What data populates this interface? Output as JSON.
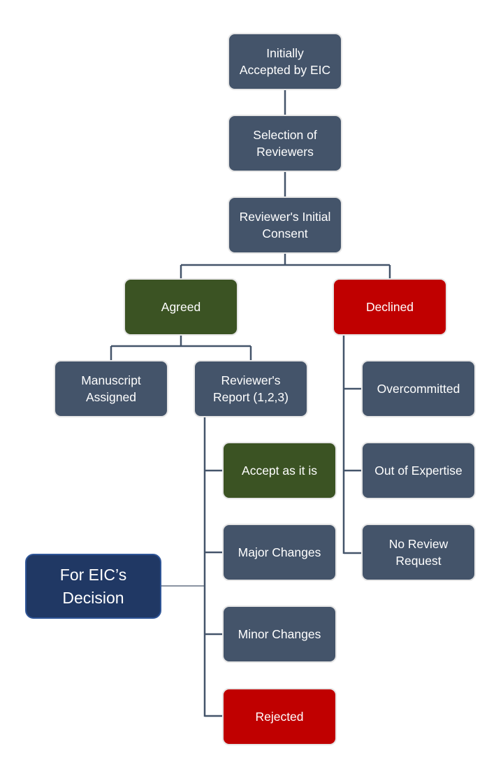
{
  "diagram": {
    "colors": {
      "neutral": "#44546a",
      "positive": "#3b5323",
      "negative": "#c00000",
      "decision": "#203864",
      "connector": "#44546a"
    },
    "nodes": {
      "initially_accepted": "Initially\nAccepted by EIC",
      "selection_of_reviewers": "Selection of\nReviewers",
      "initial_consent": "Reviewer's Initial\nConsent",
      "agreed": "Agreed",
      "declined": "Declined",
      "manuscript_assigned": "Manuscript\nAssigned",
      "reviewers_report": "Reviewer's\nReport (1,2,3)",
      "accept_as_it_is": "Accept as it is",
      "major_changes": "Major Changes",
      "minor_changes": "Minor Changes",
      "rejected": "Rejected",
      "overcommitted": "Overcommitted",
      "out_of_expertise": "Out of Expertise",
      "no_review_request": "No Review\nRequest",
      "for_eic_decision": "For EIC’s\nDecision"
    },
    "edges": [
      [
        "initially_accepted",
        "selection_of_reviewers"
      ],
      [
        "selection_of_reviewers",
        "initial_consent"
      ],
      [
        "initial_consent",
        "agreed"
      ],
      [
        "initial_consent",
        "declined"
      ],
      [
        "agreed",
        "manuscript_assigned"
      ],
      [
        "agreed",
        "reviewers_report"
      ],
      [
        "reviewers_report",
        "accept_as_it_is"
      ],
      [
        "reviewers_report",
        "major_changes"
      ],
      [
        "reviewers_report",
        "minor_changes"
      ],
      [
        "reviewers_report",
        "rejected"
      ],
      [
        "declined",
        "overcommitted"
      ],
      [
        "declined",
        "out_of_expertise"
      ],
      [
        "declined",
        "no_review_request"
      ],
      [
        "for_eic_decision",
        "reviewers_report"
      ]
    ]
  }
}
